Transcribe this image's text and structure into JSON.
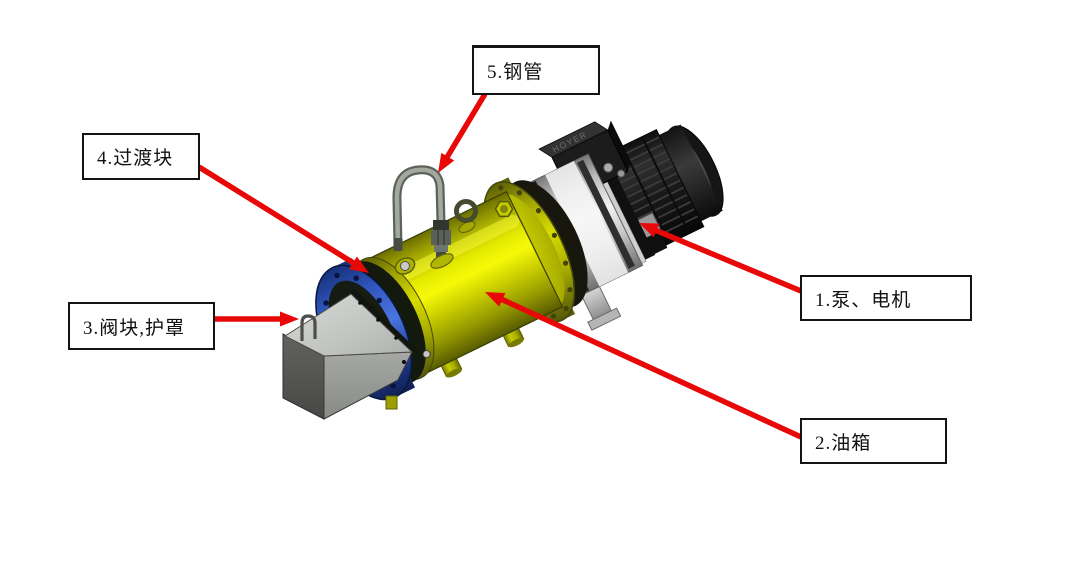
{
  "figure": {
    "type": "labeled-parts-diagram",
    "background": "#ffffff",
    "brand_text": "HOYER"
  },
  "callouts": [
    {
      "id": "1",
      "label": "1.泵、电机",
      "target": "pump-motor"
    },
    {
      "id": "2",
      "label": "2.油箱",
      "target": "oil-tank"
    },
    {
      "id": "3",
      "label": "3.阀块,护罩",
      "target": "valve-block-cover"
    },
    {
      "id": "4",
      "label": "4.过渡块",
      "target": "transition-block"
    },
    {
      "id": "5",
      "label": "5.钢管",
      "target": "steel-pipe"
    }
  ],
  "colors": {
    "arrow_red": "#e80808",
    "label_border": "#141414",
    "tank_yellow": "#d8dc00",
    "transition_blue": "#2a52b8",
    "motor_black": "#1d1d1d",
    "cover_gray": "#b9bbb9",
    "housing_silver": "#d9d9d9"
  }
}
